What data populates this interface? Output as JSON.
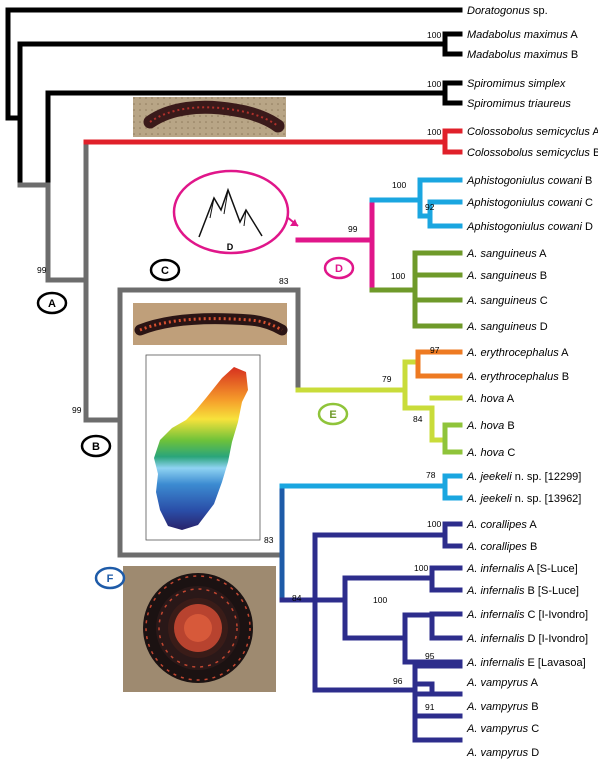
{
  "taxa": [
    {
      "genus": "Doratogonus",
      "rest": " sp."
    },
    {
      "genus": "Madabolus maximus",
      "rest": " A"
    },
    {
      "genus": "Madabolus maximus",
      "rest": " B"
    },
    {
      "genus": "Spiromimus simplex",
      "rest": ""
    },
    {
      "genus": "Spiromimus triaureus",
      "rest": ""
    },
    {
      "genus": "Colossobolus semicyclus",
      "rest": " A"
    },
    {
      "genus": "Colossobolus semicyclus",
      "rest": " B"
    },
    {
      "genus": "Aphistogoniulus cowani",
      "rest": " B"
    },
    {
      "genus": "Aphistogoniulus cowani",
      "rest": " C"
    },
    {
      "genus": "Aphistogoniulus cowani",
      "rest": " D"
    },
    {
      "genus": "A. sanguineus",
      "rest": " A"
    },
    {
      "genus": "A. sanguineus",
      "rest": " B"
    },
    {
      "genus": "A. sanguineus",
      "rest": " C"
    },
    {
      "genus": "A. sanguineus",
      "rest": " D"
    },
    {
      "genus": "A. erythrocephalus",
      "rest": " A"
    },
    {
      "genus": "A. erythrocephalus",
      "rest": " B"
    },
    {
      "genus": "A. hova",
      "rest": " A"
    },
    {
      "genus": "A. hova",
      "rest": " B"
    },
    {
      "genus": "A. hova",
      "rest": " C"
    },
    {
      "genus": "A. jeekeli",
      "rest": " n. sp. [12299]"
    },
    {
      "genus": "A. jeekeli",
      "rest": " n. sp. [13962]"
    },
    {
      "genus": "A. corallipes",
      "rest": " A"
    },
    {
      "genus": "A. corallipes",
      "rest": " B"
    },
    {
      "genus": "A. infernalis",
      "rest": " A [S-Luce]"
    },
    {
      "genus": "A. infernalis",
      "rest": " B [S-Luce]"
    },
    {
      "genus": "A. infernalis",
      "rest": " C [I-Ivondro]"
    },
    {
      "genus": "A. infernalis",
      "rest": " D [I-Ivondro]"
    },
    {
      "genus": "A. infernalis",
      "rest": " E [Lavasoa]"
    },
    {
      "genus": "A. vampyrus",
      "rest": " A"
    },
    {
      "genus": "A. vampyrus",
      "rest": " B"
    },
    {
      "genus": "A. vampyrus",
      "rest": " C"
    },
    {
      "genus": "A. vampyrus",
      "rest": " D"
    }
  ],
  "support_values": [
    "100",
    "100",
    "100",
    "99",
    "92",
    "100",
    "97",
    "79",
    "84",
    "78",
    "100",
    "100",
    "100",
    "95",
    "96",
    "91",
    "83",
    "83",
    "84",
    "99",
    "99"
  ],
  "clade_labels": [
    "A",
    "B",
    "C",
    "D",
    "E",
    "F",
    "D"
  ],
  "colors": {
    "outgroup": "#000000",
    "backbone": "#6d6d6d",
    "colossobolus": "#e0202a",
    "clade_d": "#e0168a",
    "cowani": "#1aa6e0",
    "sanguineus": "#6f9a2a",
    "clade_e": "#c9dc3a",
    "erythrocephalus": "#ee7a22",
    "hova": "#8fc43a",
    "clade_f": "#1e5ba8",
    "jeekeli": "#1aa6e0",
    "deep": "#2d2d8c"
  },
  "icons": [
    "millipede-photo-top",
    "millipede-photo-middle",
    "madagascar-map",
    "coiled-millipede-photo",
    "mountains-icon"
  ]
}
